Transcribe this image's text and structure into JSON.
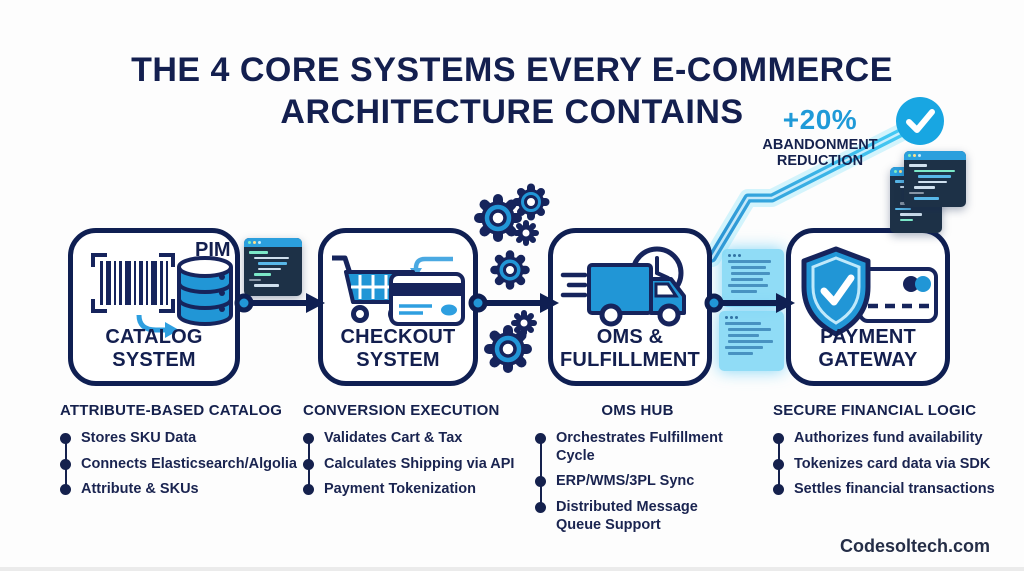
{
  "title": "THE 4 CORE SYSTEMS EVERY E-COMMERCE ARCHITECTURE CONTAINS",
  "annotation": {
    "metric": "+20%",
    "label": "ABANDONMENT\nREDUCTION"
  },
  "systems": [
    {
      "label": "CATALOG\nSYSTEM",
      "badge": "PIM",
      "icon": "barcode-database-icon",
      "column": {
        "header": "ATTRIBUTE-BASED CATALOG",
        "items": [
          "Stores SKU Data",
          "Connects Elasticsearch/Algolia",
          "Attribute & SKUs"
        ]
      }
    },
    {
      "label": "CHECKOUT\nSYSTEM",
      "icon": "cart-card-icon",
      "column": {
        "header": "CONVERSION EXECUTION",
        "items": [
          "Validates Cart & Tax",
          "Calculates Shipping via API",
          "Payment Tokenization"
        ]
      }
    },
    {
      "label": "OMS &\nFULFILLMENT",
      "icon": "truck-clock-icon",
      "column": {
        "header": "OMS HUB",
        "items": [
          "Orchestrates Fulfillment Cycle",
          "ERP/WMS/3PL Sync",
          "Distributed Message Queue Support"
        ]
      }
    },
    {
      "label": "PAYMENT\nGATEWAY",
      "icon": "shield-card-icon",
      "column": {
        "header": "SECURE FINANCIAL LOGIC",
        "items": [
          "Authorizes fund availability",
          "Tokenizes card data via SDK",
          "Settles financial transactions"
        ]
      }
    }
  ],
  "icons": [
    "barcode-icon",
    "database-icon",
    "cart-icon",
    "credit-card-icon",
    "truck-icon",
    "clock-icon",
    "shield-check-icon",
    "gear-icon",
    "code-window-icon",
    "check-badge-icon",
    "growth-arrow-line"
  ],
  "footer": {
    "brand": "Codesoltech.com"
  },
  "colors": {
    "navy": "#131f4f",
    "blue": "#2196d6",
    "light_blue_glow": "#55cdf2",
    "badge_blue": "#18a6e2",
    "background": "#fdfdfd"
  }
}
